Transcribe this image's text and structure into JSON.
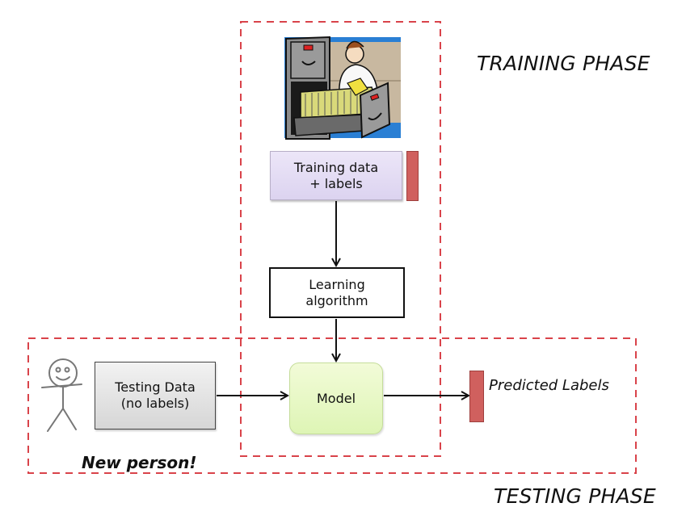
{
  "diagram": {
    "title_training": "TRAINING PHASE",
    "title_testing": "TESTING PHASE",
    "nodes": {
      "training_data": {
        "label": "Training data\n+ labels"
      },
      "learning_algorithm": {
        "label": "Learning\nalgorithm"
      },
      "testing_data": {
        "label": "Testing Data\n(no labels)"
      },
      "model": {
        "label": "Model"
      },
      "predicted_labels": {
        "label": "Predicted Labels"
      },
      "new_person": {
        "label": "New person!"
      }
    },
    "edges": [
      {
        "from": "training_data",
        "to": "learning_algorithm"
      },
      {
        "from": "learning_algorithm",
        "to": "model"
      },
      {
        "from": "testing_data",
        "to": "model"
      },
      {
        "from": "model",
        "to": "predicted_labels"
      }
    ],
    "icons": {
      "filing_cabinet": "filing-cabinet-clipart",
      "stick_figure": "stick-figure-person"
    },
    "colors": {
      "phase_border": "#d9434a",
      "label_bar": "#d0605e",
      "training_box": "#e3dcf4",
      "model_box": "#e6f8c4",
      "testing_box": "#e0e0e0"
    }
  }
}
